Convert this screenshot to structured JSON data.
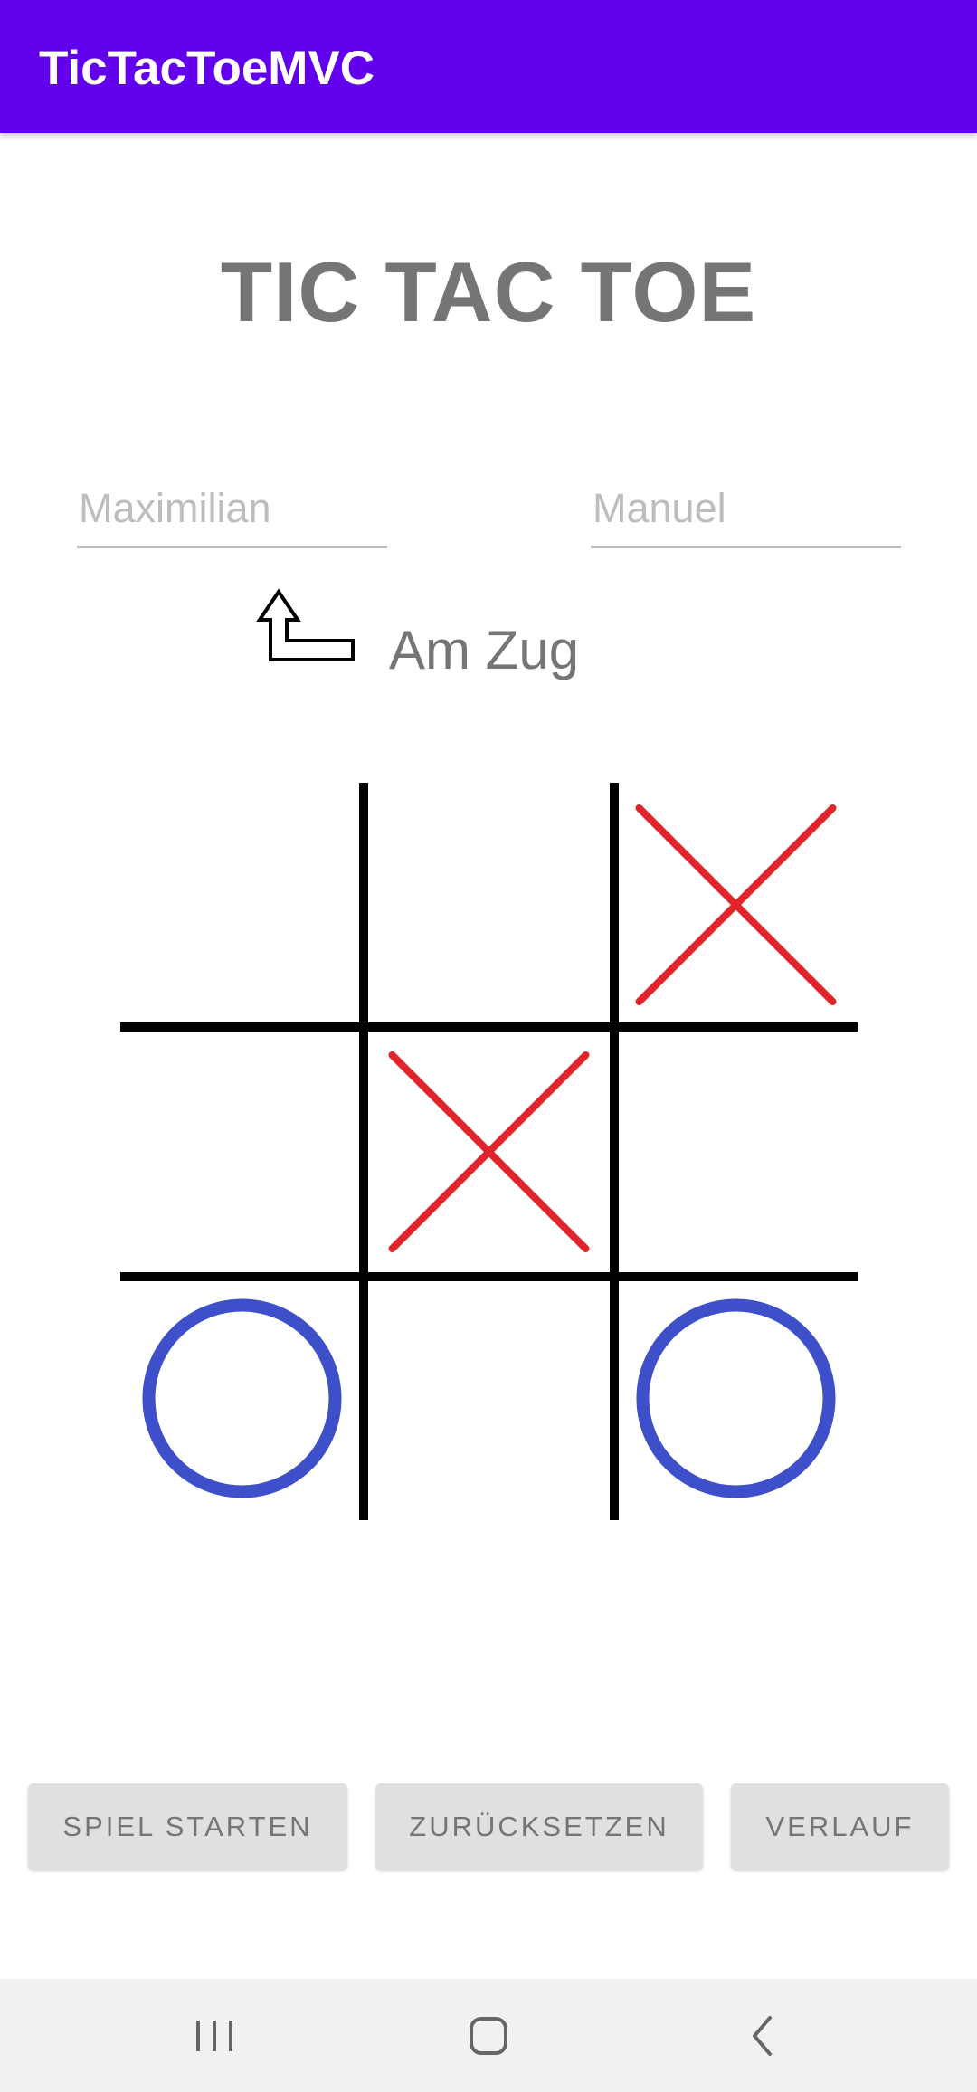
{
  "app_bar": {
    "title": "TicTacToeMVC"
  },
  "header": {
    "title": "TIC TAC TOE"
  },
  "players": {
    "player1_placeholder": "Maximilian",
    "player2_placeholder": "Manuel"
  },
  "turn": {
    "label": "Am Zug",
    "indicator_icon": "turn-arrow-icon"
  },
  "board": {
    "cells": [
      [
        "",
        "",
        "X"
      ],
      [
        "",
        "X",
        ""
      ],
      [
        "O",
        "",
        "O"
      ]
    ],
    "x_color": "#e0242c",
    "o_color": "#3d4fc9",
    "grid_color": "#000000"
  },
  "buttons": {
    "start": "SPIEL STARTEN",
    "reset": "ZURÜCKSETZEN",
    "history": "VERLAUF"
  },
  "nav_bar": {
    "recents_icon": "recents-icon",
    "home_icon": "home-icon",
    "back_icon": "back-icon"
  },
  "colors": {
    "app_bar": "#6200ee",
    "button_bg": "#e0e0e0",
    "text_gray": "#757575"
  }
}
